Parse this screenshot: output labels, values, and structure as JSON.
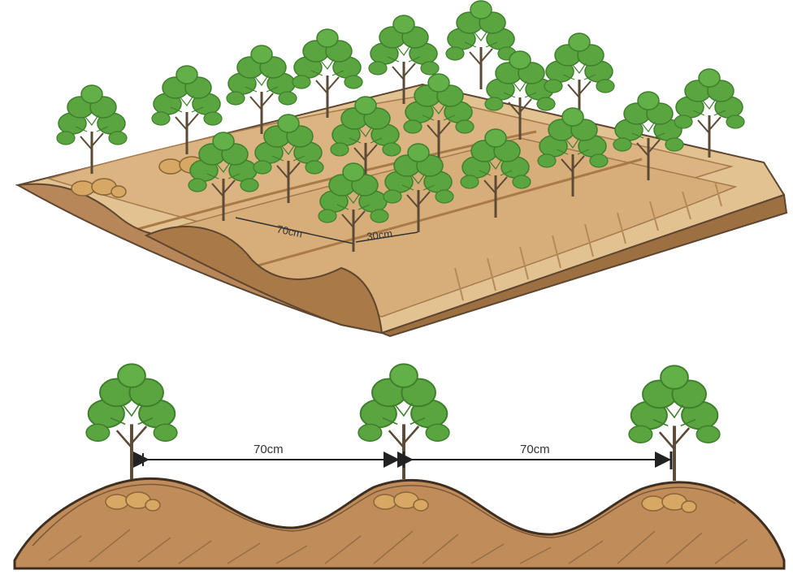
{
  "top_view": {
    "row_spacing_label": "70cm",
    "plant_spacing_label": "30cm"
  },
  "cross_section": {
    "spacing_labels": [
      "70cm",
      "70cm"
    ]
  },
  "colors": {
    "soil_light": "#dcb483",
    "soil_mid": "#c99a63",
    "soil_dark": "#a97a48",
    "soil_outline": "#5e4630",
    "leaf": "#5aa540",
    "leaf_dark": "#3e7f2c",
    "stem": "#5b4a36"
  }
}
